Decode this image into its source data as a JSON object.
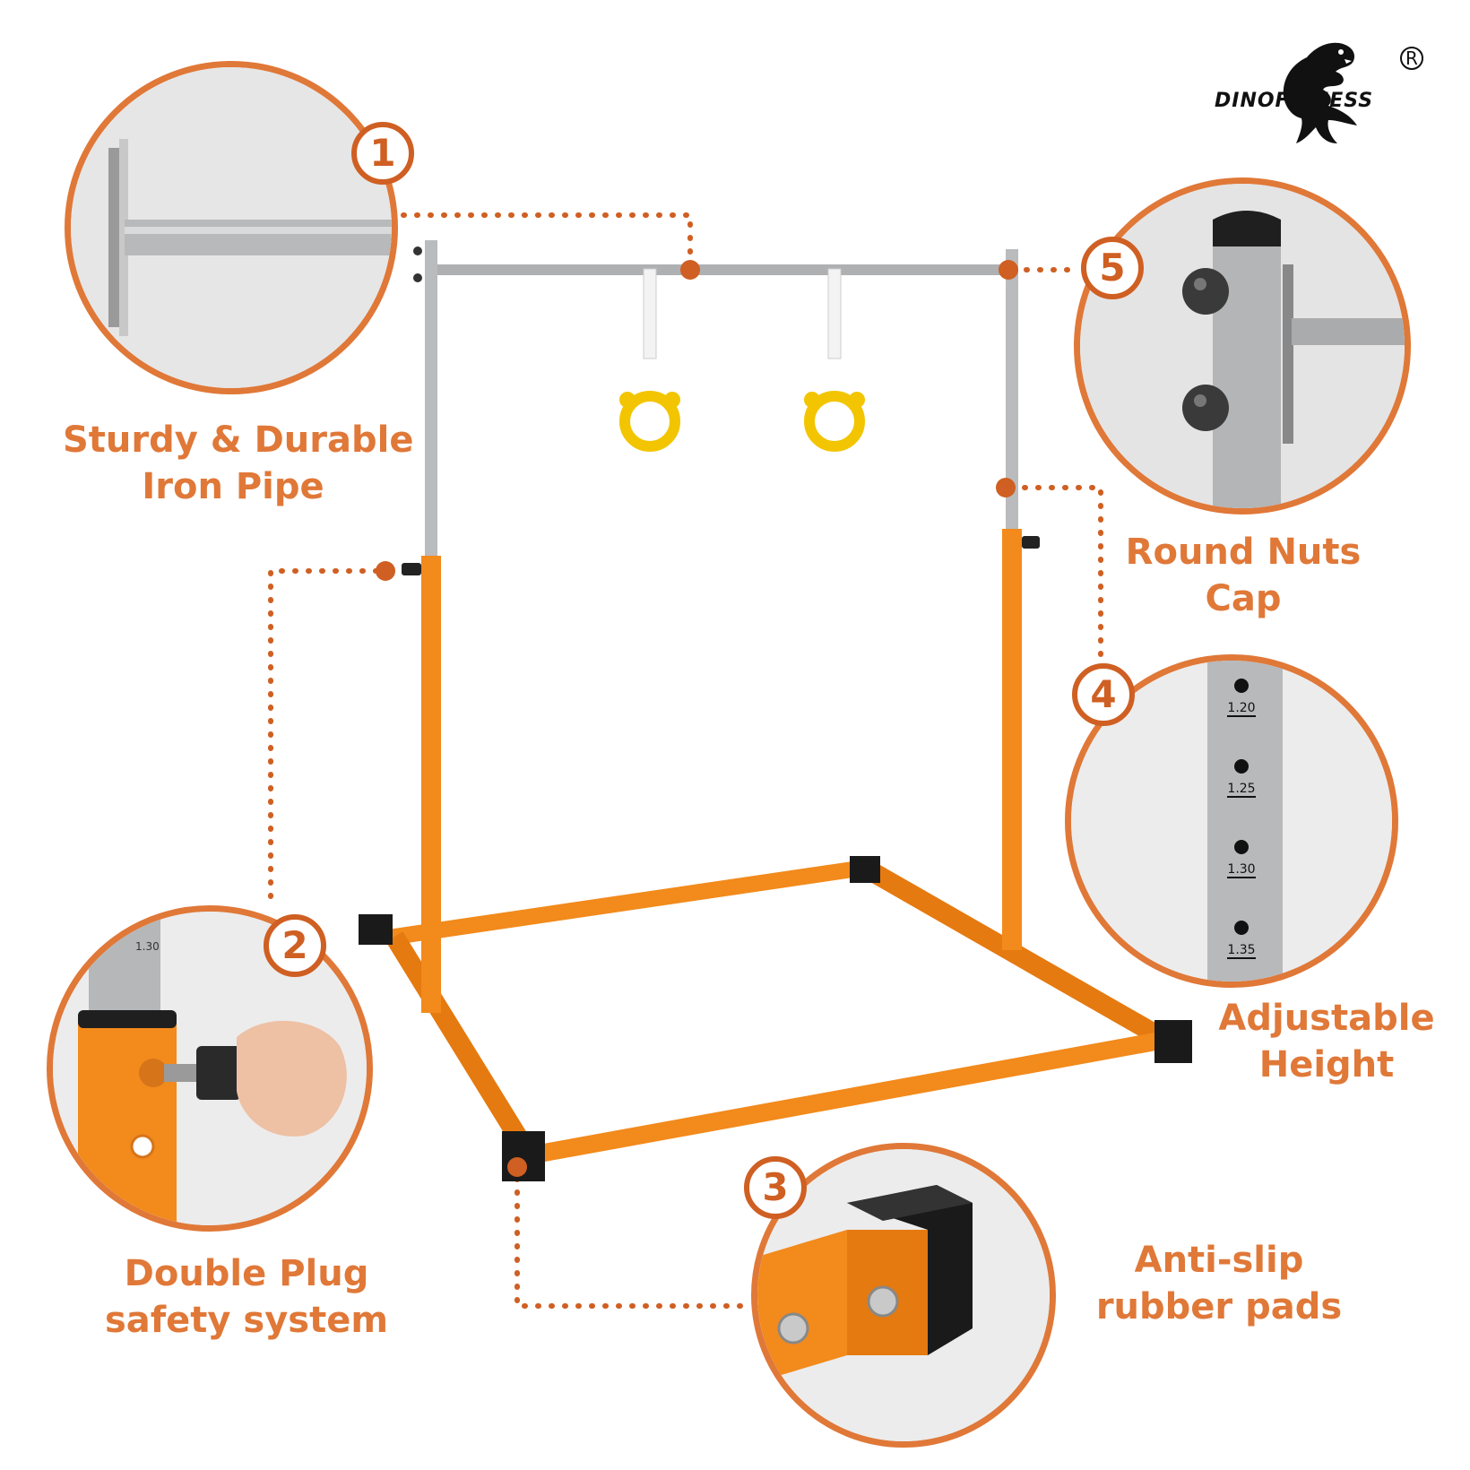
{
  "brand": {
    "name": "DINOFITNESS",
    "registered_mark": "R"
  },
  "colors": {
    "accent": "#e07838",
    "accent_dark": "#cf5f22",
    "frame_orange": "#f28a1c",
    "bar_silver": "#b9bbbd",
    "ring_yellow": "#f2c500",
    "pad_black": "#1a1a1a"
  },
  "features": [
    {
      "number": "1",
      "line1": "Sturdy & Durable",
      "line2": "Iron Pipe",
      "icon": "horizontal-pipe"
    },
    {
      "number": "2",
      "line1": "Double Plug",
      "line2": "safety system",
      "icon": "knob-plug"
    },
    {
      "number": "3",
      "line1": "Anti-slip",
      "line2": "rubber pads",
      "icon": "rubber-pad"
    },
    {
      "number": "4",
      "line1": "Adjustable",
      "line2": "Height",
      "icon": "height-scale"
    },
    {
      "number": "5",
      "line1": "Round Nuts",
      "line2": "Cap",
      "icon": "round-nuts"
    }
  ],
  "height_scale": [
    "1.20",
    "1.25",
    "1.30",
    "1.35"
  ],
  "knob_scale_fragment": "1.30"
}
